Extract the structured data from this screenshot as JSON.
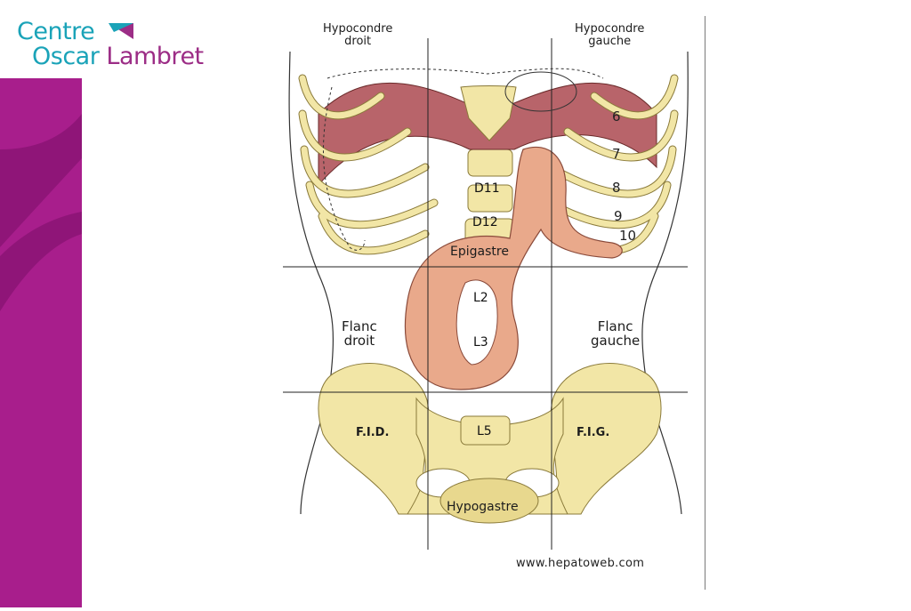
{
  "logo": {
    "line1": "Centre",
    "line2": "Oscar",
    "line3": "Lambret"
  },
  "colors": {
    "brand_teal": "#1aa3b8",
    "brand_purple": "#9c2d86",
    "bone": "#f2e6a6",
    "stomach": "#e9a98b",
    "muscle": "#b8646a"
  },
  "diagram": {
    "regions": {
      "hypochondre_droit": [
        "Hypocondre",
        "droit"
      ],
      "hypochondre_gauche": [
        "Hypocondre",
        "gauche"
      ],
      "epigastre": "Epigastre",
      "flanc_droit": [
        "Flanc",
        "droit"
      ],
      "flanc_gauche": [
        "Flanc",
        "gauche"
      ],
      "fid": "F.I.D.",
      "fig": "F.I.G.",
      "hypogastre": "Hypogastre"
    },
    "vertebrae": [
      "D11",
      "D12",
      "L2",
      "L3",
      "L5"
    ],
    "ribs": [
      "6",
      "7",
      "8",
      "9",
      "10"
    ]
  },
  "source": "www.hepatoweb.com"
}
